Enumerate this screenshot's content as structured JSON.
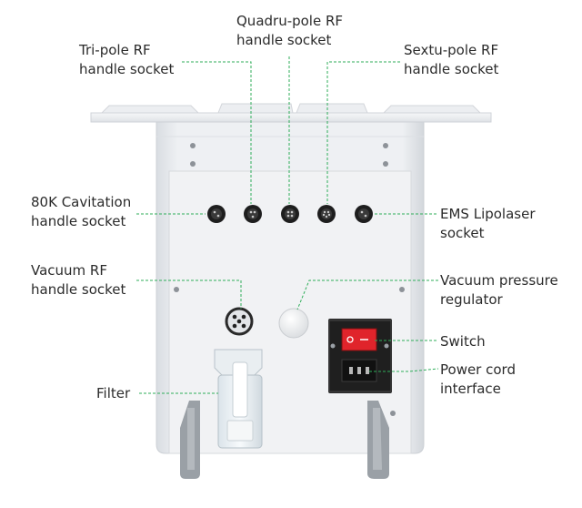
{
  "labels": {
    "quadru_pole_rf": "Quadru-pole RF\nhandle socket",
    "tri_pole_rf": "Tri-pole RF\nhandle socket",
    "sextu_pole_rf": "Sextu-pole RF\nhandle socket",
    "cavitation_80k": "80K Cavitation\nhandle socket",
    "ems_lipolaser": "EMS Lipolaser\nsocket",
    "vacuum_rf": "Vacuum RF\nhandle socket",
    "vacuum_pressure": "Vacuum pressure\nregulator",
    "switch": "Switch",
    "power_cord": "Power cord\ninterface",
    "filter": "Filter"
  },
  "colors": {
    "leader_line": "#2fae5a",
    "panel": "#eef0f3",
    "panel_edge": "#d2d6db",
    "switch_red": "#e0242b",
    "socket_dark": "#1e1e1e"
  }
}
